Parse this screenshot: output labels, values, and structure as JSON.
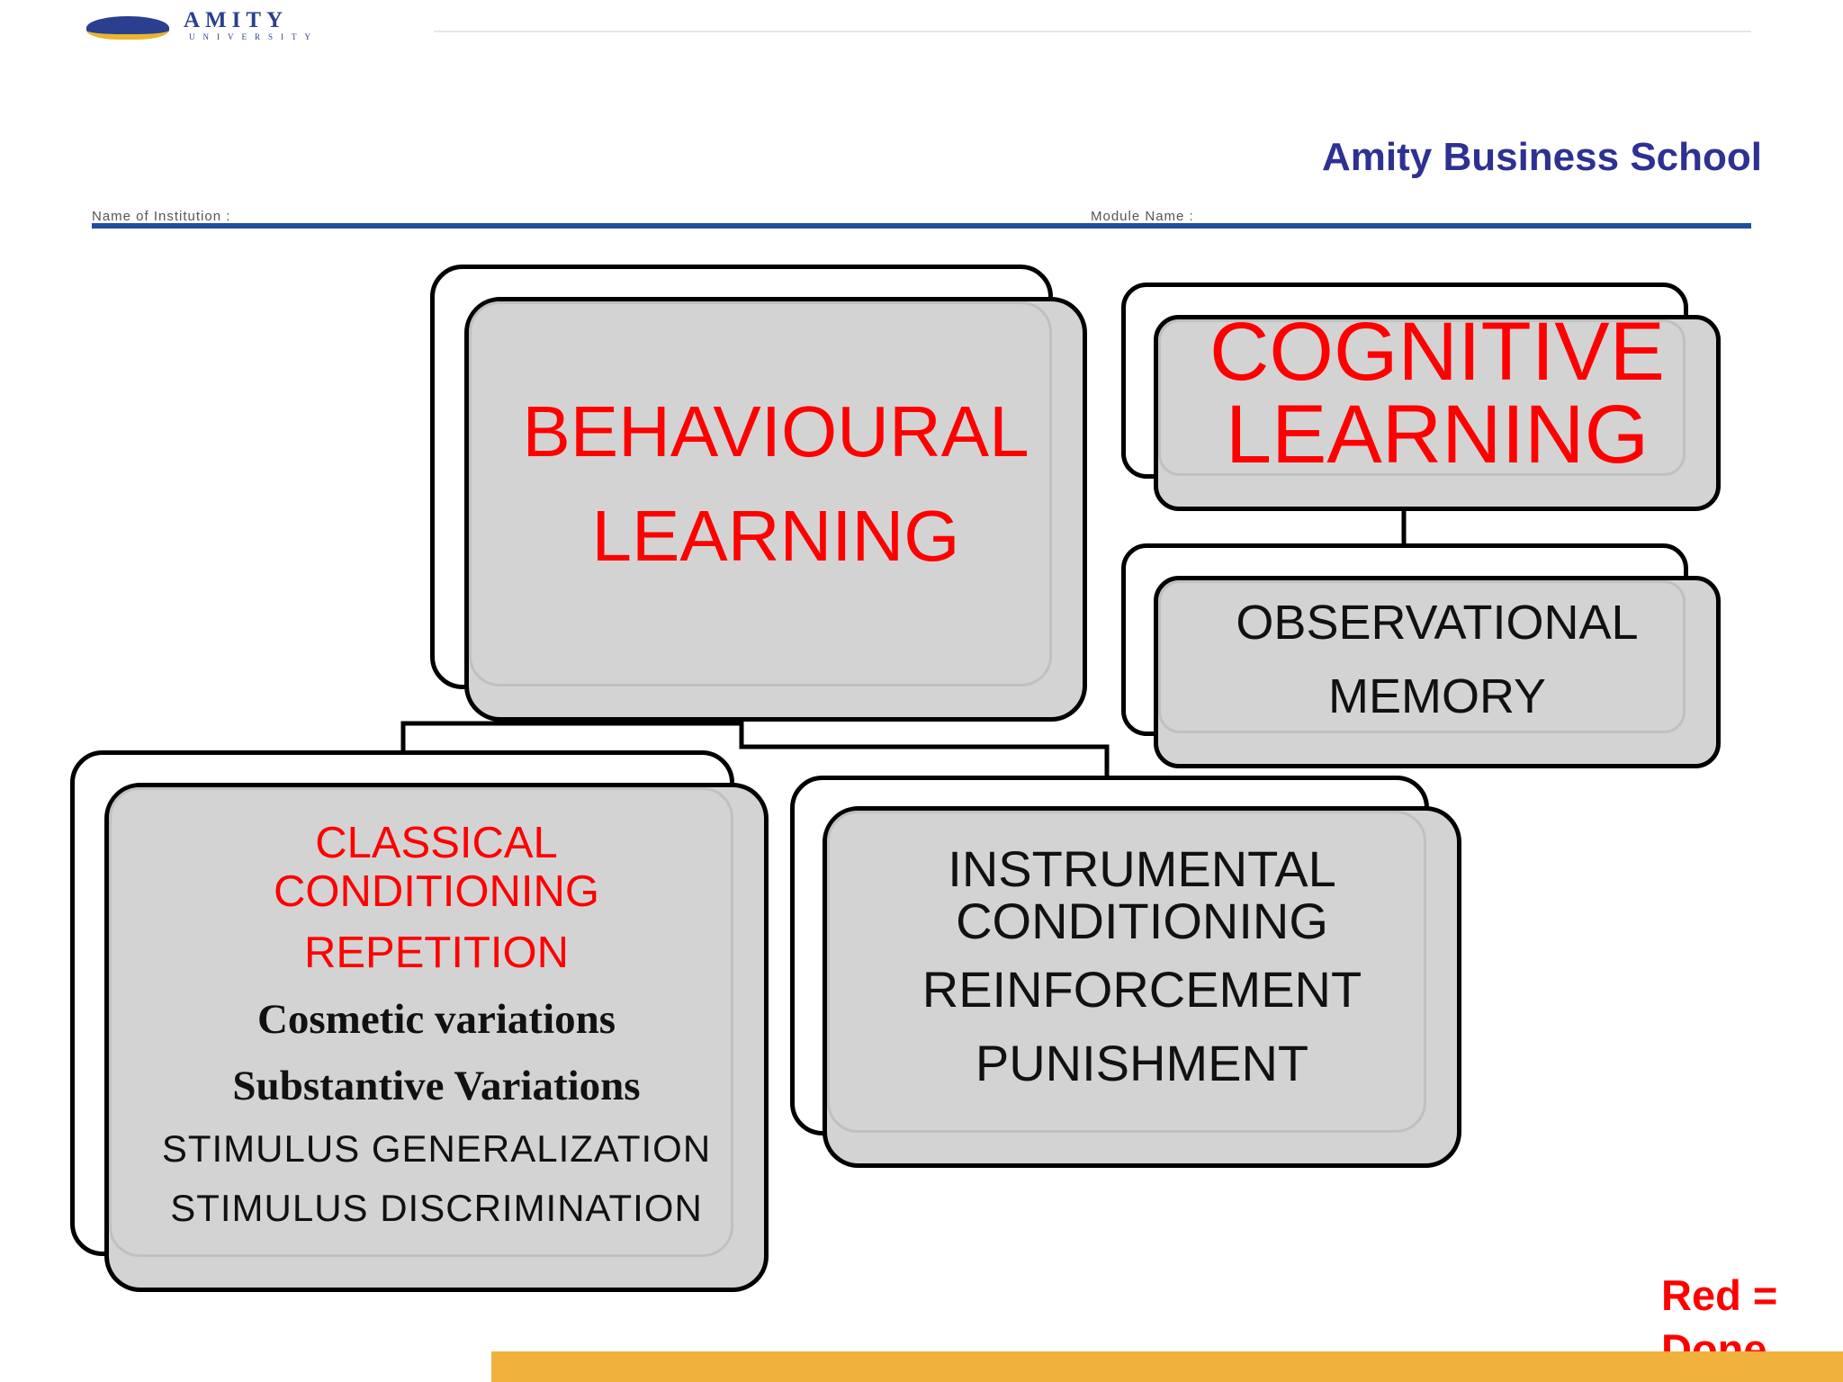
{
  "header": {
    "logo_text": "AMITY",
    "logo_subtext": "UNIVERSITY",
    "school_name": "Amity Business School",
    "institution_label": "Name of Institution :",
    "module_label": "Module Name :"
  },
  "diagram": {
    "behavioural": {
      "line1": "BEHAVIOURAL",
      "line2": "LEARNING"
    },
    "cognitive": {
      "line1": "COGNITIVE",
      "line2": "LEARNING"
    },
    "observational": {
      "line1": "OBSERVATIONAL",
      "line2": "MEMORY"
    },
    "classical": {
      "line1": "CLASSICAL",
      "line2": "CONDITIONING",
      "line3": "REPETITION",
      "line4": "Cosmetic variations",
      "line5": "Substantive Variations",
      "line6": "STIMULUS GENERALIZATION",
      "line7": "STIMULUS DISCRIMINATION"
    },
    "instrumental": {
      "line1": "INSTRUMENTAL",
      "line2": "CONDITIONING",
      "line3": "REINFORCEMENT",
      "line4": "PUNISHMENT"
    }
  },
  "note": {
    "line1": "Red =",
    "line2": "Done"
  },
  "colors": {
    "red_text": "#ff0000",
    "school_blue": "#2e3192",
    "rule_blue": "#1f4e9c",
    "box_fill": "#d3d3d3",
    "footer_bar": "#f0b23c"
  }
}
